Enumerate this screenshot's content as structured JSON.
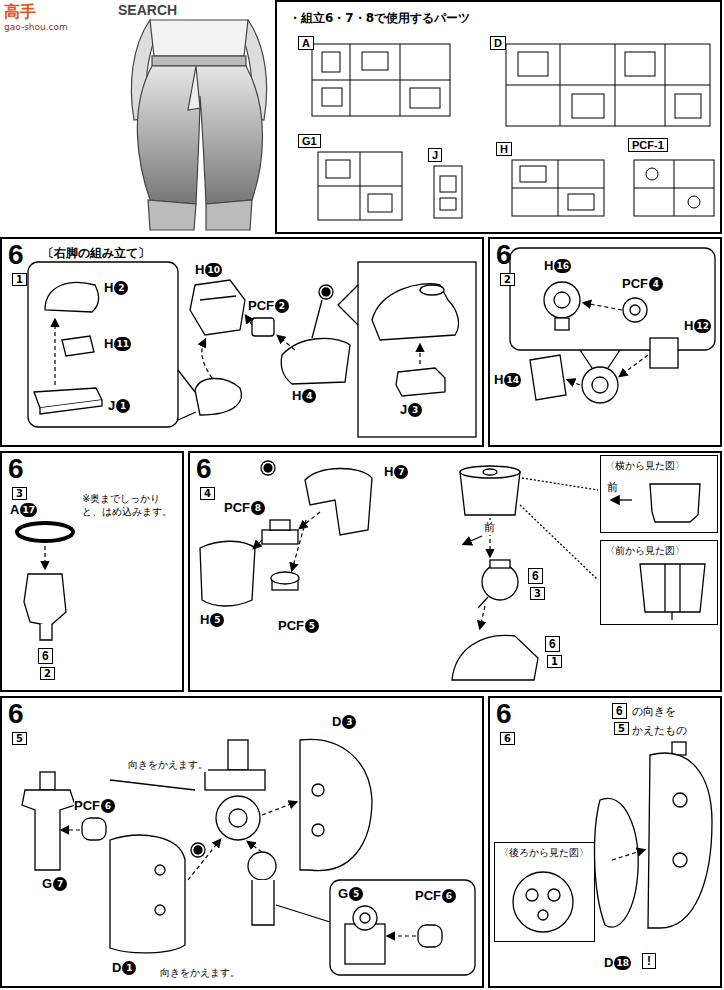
{
  "diagram": {
    "nodes": [
      {
        "text": [
          "・組立6・7・8で使用するパーツ"
        ]
      },
      {
        "text": [
          "6",
          "1",
          "〔右脚の組み立て〕"
        ]
      },
      {
        "text": [
          "6",
          "2"
        ]
      },
      {
        "text": [
          "6",
          "3"
        ]
      },
      {
        "text": [
          "6",
          "4"
        ]
      },
      {
        "text": [
          "〈横から見た図〉",
          "前"
        ],
        "in": 4
      },
      {
        "text": [
          "〈前から見た図〉"
        ],
        "in": 4
      },
      {
        "text": [
          "6",
          "5"
        ]
      },
      {
        "text": [
          "6",
          "6"
        ]
      },
      {
        "text": [
          "〈後ろから見た図〉"
        ],
        "in": 8
      }
    ],
    "labels": [
      "高手",
      "gao-shou.com",
      "SEARCH",
      "A",
      "D",
      "G1",
      "J",
      "H",
      "PCF-1",
      "H",
      "2",
      "H",
      "11",
      "J",
      "1",
      "H",
      "10",
      "PCF",
      "2",
      "H",
      "4",
      "J",
      "3",
      "H",
      "16",
      "PCF",
      "4",
      "H",
      "14",
      "H",
      "12",
      "A",
      "17",
      "※奥までしっかりと、はめ込みます。",
      "6",
      "2",
      "H",
      "7",
      "PCF",
      "8",
      "H",
      "5",
      "PCF",
      "5",
      "前",
      "6",
      "3",
      "6",
      "1",
      "D",
      "3",
      "PCF",
      "6",
      "G",
      "7",
      "向きをかえます。",
      "D",
      "1",
      "向きをかえます。",
      "G",
      "5",
      "PCF",
      "6",
      "6",
      "の向きを",
      "5",
      "かえたもの",
      "D",
      "18",
      "!"
    ]
  }
}
